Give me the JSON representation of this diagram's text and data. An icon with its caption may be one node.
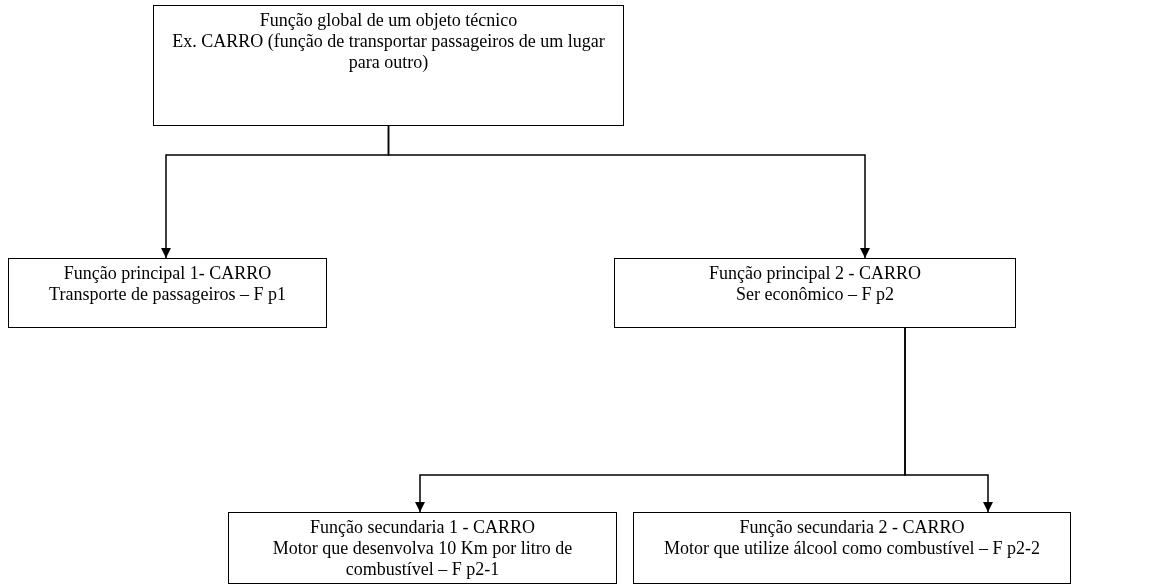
{
  "diagram": {
    "nodes": [
      {
        "text": [
          "Função global de um objeto técnico",
          "Ex. CARRO (função de transportar passageiros de um lugar para outro)"
        ]
      },
      {
        "text": [
          "Função principal 1- CARRO",
          "Transporte de passageiros – F p1"
        ]
      },
      {
        "text": [
          "Função principal 2 - CARRO",
          "Ser econômico – F p2"
        ]
      },
      {
        "text": [
          "Função secundaria 1 - CARRO",
          "Motor que desenvolva 10 Km por litro de combustível – F p2-1"
        ]
      },
      {
        "text": [
          "Função secundaria 2 - CARRO",
          "Motor que utilize álcool como combustível – F p2-2"
        ]
      }
    ],
    "edges": [
      {
        "from": 0,
        "to": 1,
        "arrow": "to"
      },
      {
        "from": 0,
        "to": 2,
        "arrow": "to"
      },
      {
        "from": 2,
        "to": 3,
        "arrow": "to"
      },
      {
        "from": 2,
        "to": 4,
        "arrow": "to"
      }
    ]
  }
}
